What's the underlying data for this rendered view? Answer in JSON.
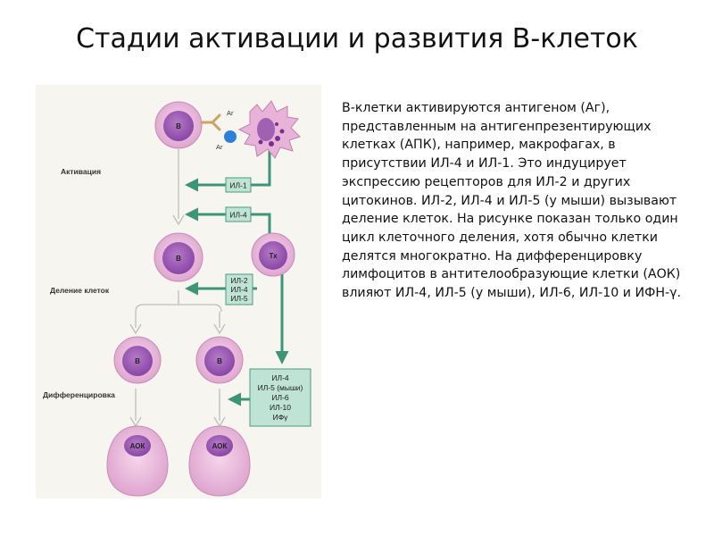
{
  "slide": {
    "title": "Стадии активации и развития В-клеток",
    "description": "В-клетки активируются антигеном (Аг), представленным на антигенпрезентирующих клетках (АПК), например, макрофагах, в присутствии ИЛ-4 и ИЛ-1. Это индуцирует экспрессию рецепторов для ИЛ-2 и других цитокинов. ИЛ-2, ИЛ-4 и ИЛ-5 (у мыши) вызывают деление клеток. На рисунке показан только один цикл клеточного деления, хотя обычно клетки делятся многократно. На дифференцировку лимфоцитов в антителообразующие клетки (АОК) влияют ИЛ-4, ИЛ-5 (у мыши), ИЛ-6, ИЛ-10 и ИФН-γ."
  },
  "diagram": {
    "stages": {
      "activation": "Активация",
      "division": "Деление клеток",
      "differentiation": "Дифференцировка"
    },
    "cells": {
      "b_cell": "В",
      "th_cell": "Тх",
      "aok": "АОК"
    },
    "antigen": "Аг",
    "cytokine_boxes": {
      "il1": [
        "ИЛ-1"
      ],
      "il4": [
        "ИЛ-4"
      ],
      "division": [
        "ИЛ-2",
        "ИЛ-4",
        "ИЛ-5"
      ],
      "differentiation": [
        "ИЛ-4",
        "ИЛ-5 (мыши)",
        "ИЛ-6",
        "ИЛ-10",
        "ИФγ"
      ]
    },
    "colors": {
      "background": "#f6f5ef",
      "b_cell_fill": "#e9b8d9",
      "nucleus": "#9b56b4",
      "box_fill": "#bfe3d4",
      "box_border": "#4b9a82",
      "green_arrow": "#3e9478",
      "white_arrow": "#c8c8c8",
      "macrophage": "#e7b3d8",
      "antigen": "#2f7fd8",
      "receptor": "#c9a560"
    }
  }
}
